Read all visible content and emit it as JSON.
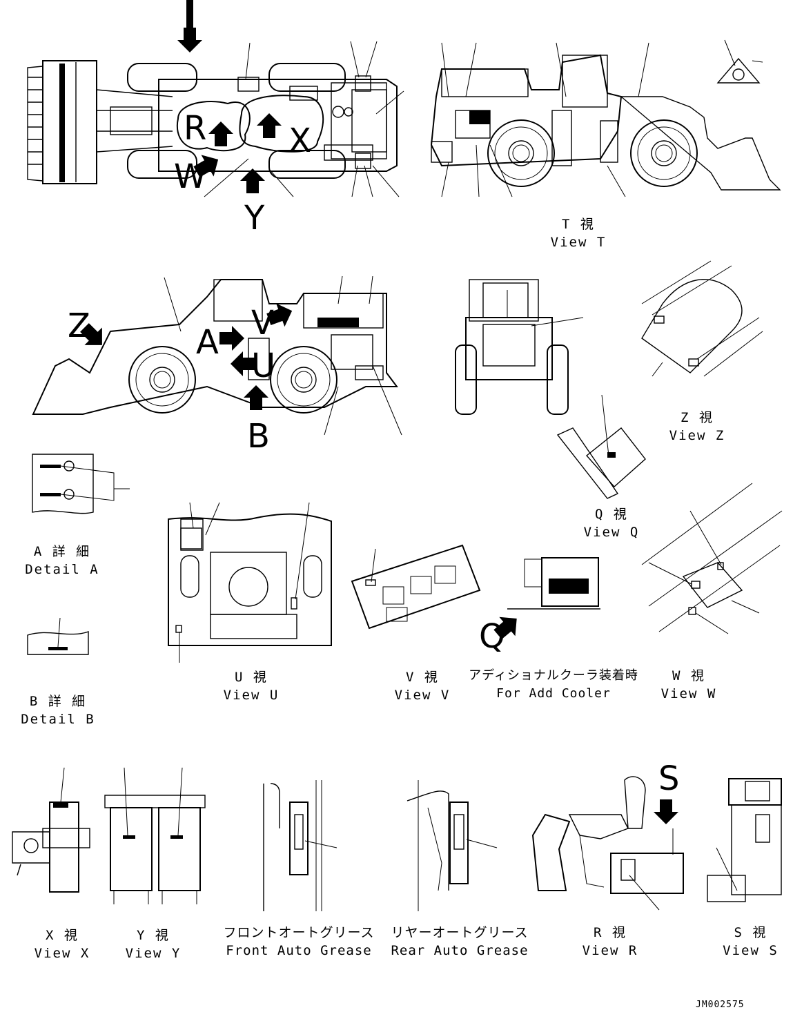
{
  "view_letters": {
    "T": "T",
    "R": "R",
    "X": "X",
    "W": "W",
    "Y": "Y",
    "Z": "Z",
    "A": "A",
    "V": "V",
    "U": "U",
    "B": "B",
    "Q": "Q",
    "S": "S"
  },
  "captions": {
    "view_t": {
      "jp": "T 視",
      "en": "View T"
    },
    "detail_a": {
      "jp": "A 詳 細",
      "en": "Detail A"
    },
    "view_z": {
      "jp": "Z 視",
      "en": "View Z"
    },
    "view_q": {
      "jp": "Q 視",
      "en": "View Q"
    },
    "view_u": {
      "jp": "U 視",
      "en": "View U"
    },
    "view_v": {
      "jp": "V 視",
      "en": "View V"
    },
    "add_cooler": {
      "jp": "アディショナルクーラ装着時",
      "en": "For Add Cooler"
    },
    "view_w": {
      "jp": "W 視",
      "en": "View W"
    },
    "detail_b": {
      "jp": "B 詳 細",
      "en": "Detail B"
    },
    "view_x": {
      "jp": "X 視",
      "en": "View X"
    },
    "view_y": {
      "jp": "Y 視",
      "en": "View Y"
    },
    "front_grease": {
      "jp": "フロントオートグリース",
      "en": "Front Auto Grease"
    },
    "rear_grease": {
      "jp": "リヤーオートグリース",
      "en": "Rear Auto Grease"
    },
    "view_r": {
      "jp": "R 視",
      "en": "View R"
    },
    "view_s": {
      "jp": "S 視",
      "en": "View S"
    }
  },
  "drawing_code": "JM002575"
}
